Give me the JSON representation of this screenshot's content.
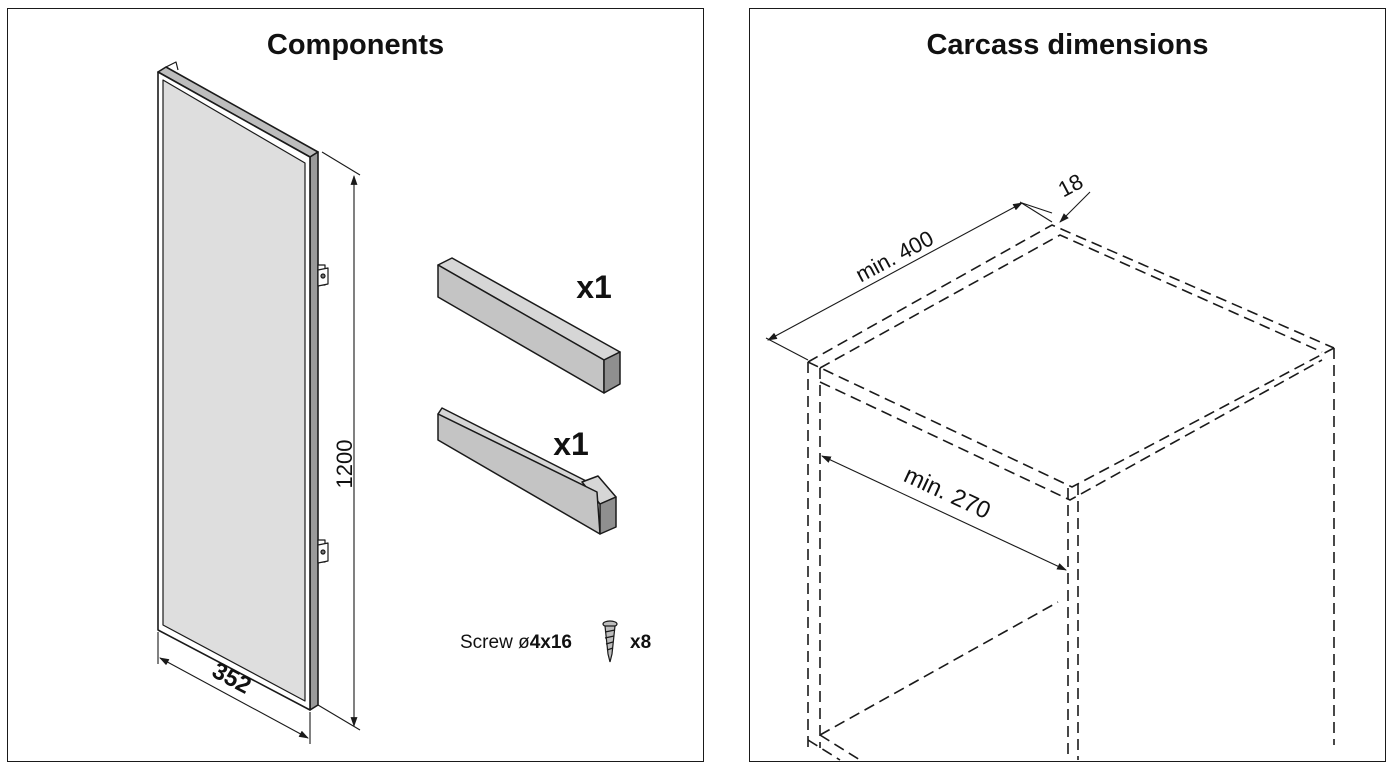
{
  "components": {
    "title": "Components",
    "panel_width_label": "352",
    "panel_height_label": "1200",
    "rail_1_qty": "x1",
    "rail_2_qty": "x1",
    "screw_prefix": "Screw ø",
    "screw_size": "4x16",
    "screw_qty": "x8"
  },
  "carcass": {
    "title": "Carcass dimensions",
    "depth_label": "min. 400",
    "thickness_label": "18",
    "width_label": "min. 270"
  },
  "colors": {
    "line": "#1a1a1a",
    "panel_fill": "#dedede",
    "rail_fill": "#c4c4c4",
    "rail_dark": "#8f8f8f"
  },
  "icons": [
    "screw-icon",
    "dimension-arrow-icon"
  ]
}
